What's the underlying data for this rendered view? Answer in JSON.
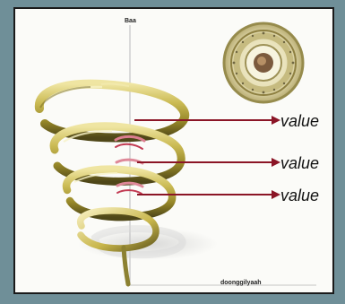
{
  "labels": {
    "axis_top": "Baa",
    "axis_bottom": "doonggilyaah",
    "values": [
      "value",
      "value",
      "value"
    ]
  },
  "colors": {
    "background": "#6f8f98",
    "panel": "#fbfbf8",
    "arrow": "#8b1526",
    "coil": "#b8a63a",
    "coil_dark": "#6f6420",
    "axis": "#c8c8c8"
  },
  "icons": {
    "seal": "circular-seal-icon"
  }
}
